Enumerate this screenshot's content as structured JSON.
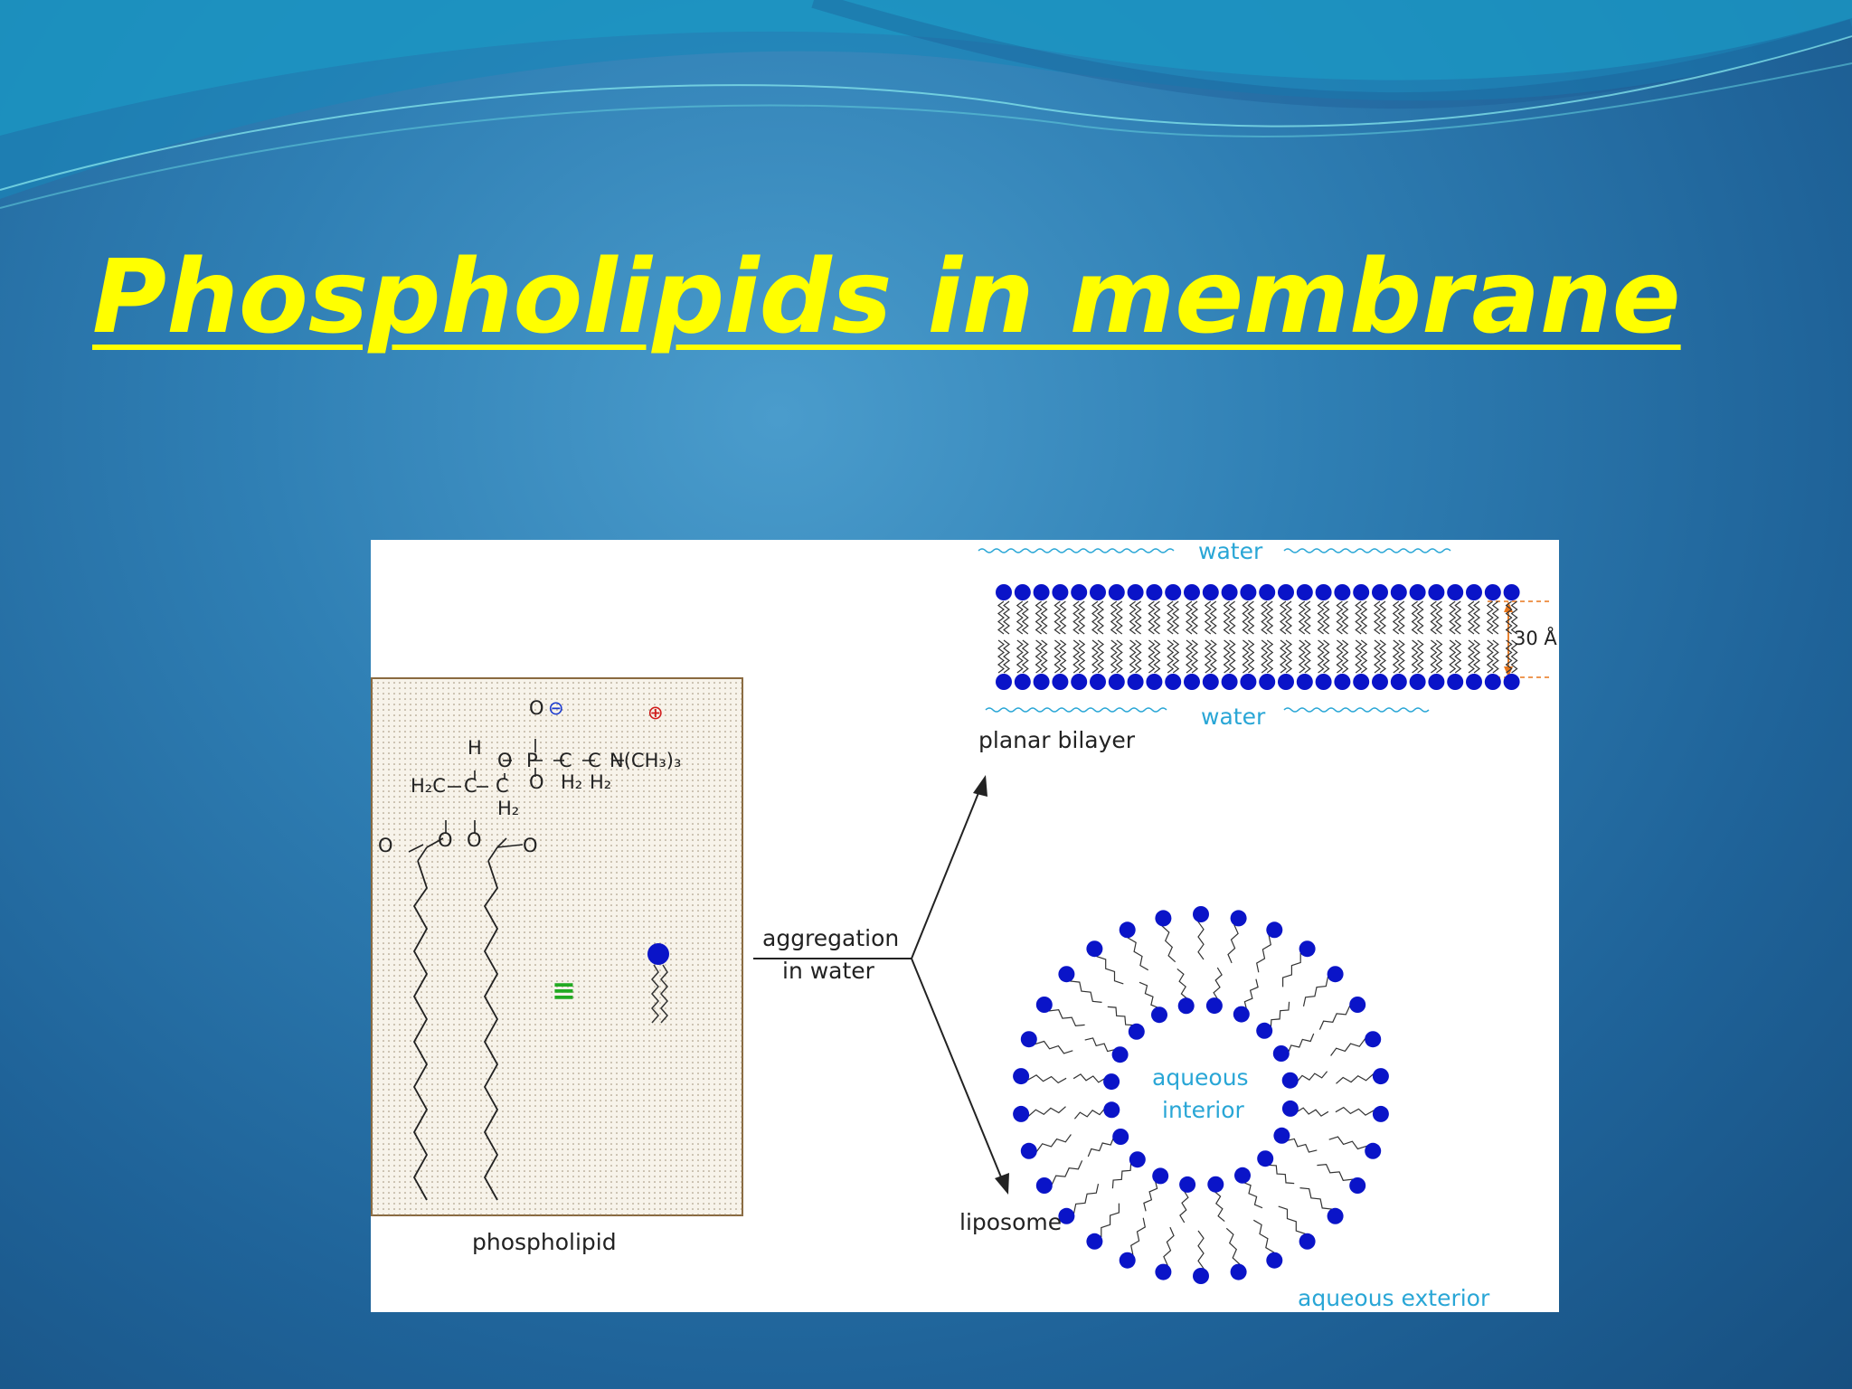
{
  "slide": {
    "title": "Phospholipids in membrane"
  },
  "figure": {
    "labels": {
      "water_top": "water",
      "water_bottom": "water",
      "thickness": "30 Å",
      "planar_bilayer": "planar bilayer",
      "aggregation_line1": "aggregation",
      "aggregation_line2": "in water",
      "phospholipid": "phospholipid",
      "liposome": "liposome",
      "aqueous_interior_line1": "aqueous",
      "aqueous_interior_line2": "interior",
      "aqueous_exterior": "aqueous exterior"
    },
    "structure": {
      "O_top": "O",
      "O_lower": "O",
      "P": "P",
      "H": "H",
      "H2C": "H",
      "C": "C",
      "N_group": "N(CH",
      "O_ester_left": "O",
      "O_ester_right": "O",
      "O_link_left": "O",
      "O_link_right": "O",
      "equiv": "≡"
    },
    "colors": {
      "head": "#0a14c8",
      "water_text": "#29a6d6",
      "dimension": "#e8761c",
      "minus": "#1a3ad0",
      "plus": "#d01a1a",
      "equiv": "#22aa22"
    }
  }
}
